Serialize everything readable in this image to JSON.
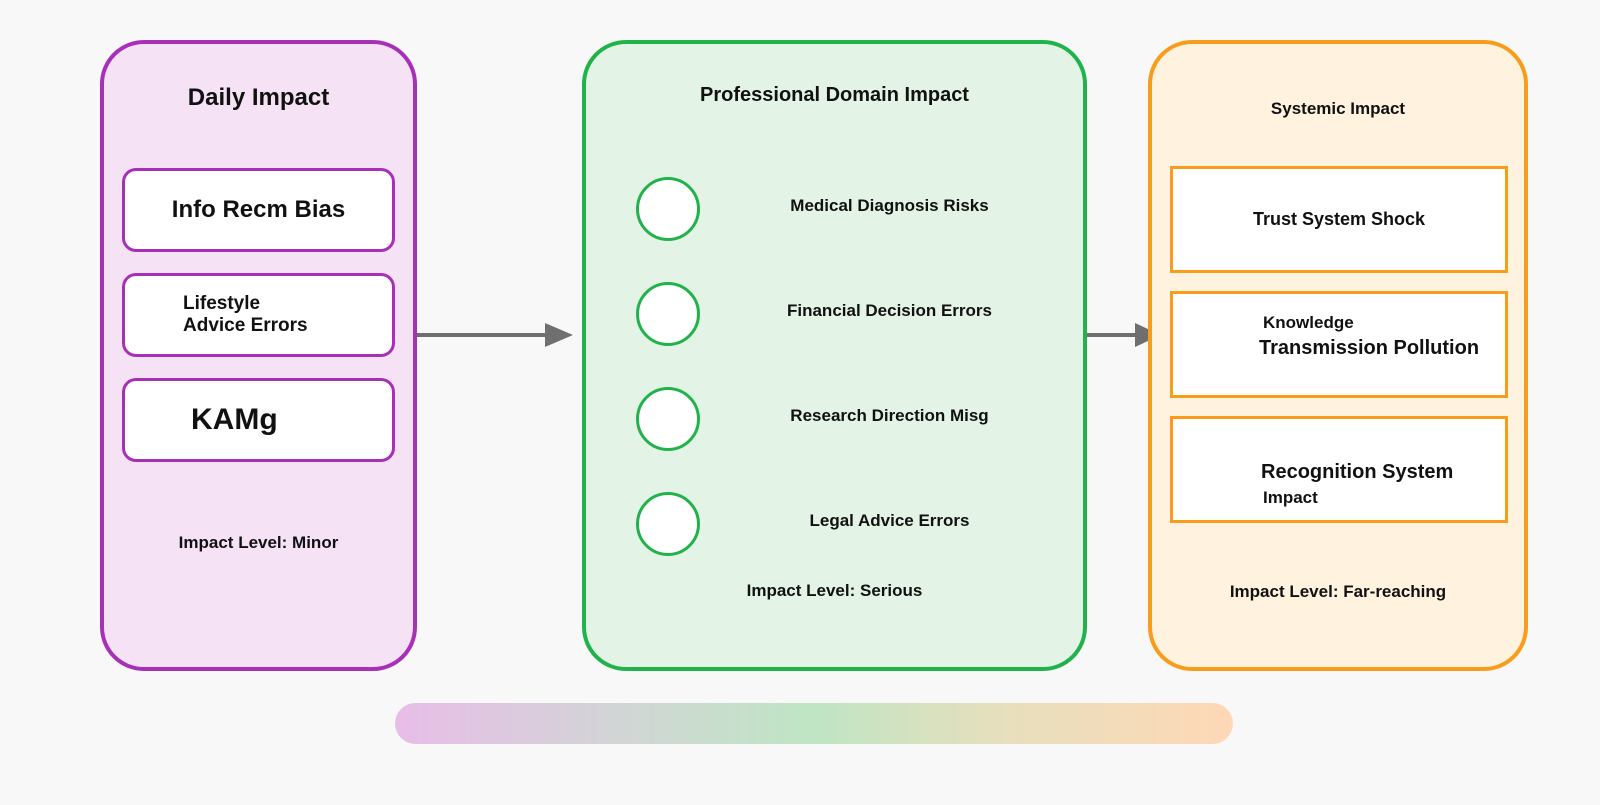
{
  "daily": {
    "title": "Daily Impact",
    "items": [
      "Info Recm Bias",
      "Lifestyle\nAdvice Errors",
      "KAMg"
    ],
    "level": "Impact Level: Minor",
    "color": "#a830b8"
  },
  "professional": {
    "title": "Professional Domain Impact",
    "items": [
      "Medical Diagnosis Risks",
      "Financial Decision Errors",
      "Research Direction Misg",
      "Legal Advice Errors"
    ],
    "level": "Impact Level: Serious",
    "color": "#22b24c"
  },
  "systemic": {
    "title": "Systemic Impact",
    "items": [
      {
        "line1": "Trust System Shock"
      },
      {
        "line1": "Knowledge",
        "line2": "Transmission Pollution"
      },
      {
        "line1": "Recognition System",
        "line2": "Impact"
      }
    ],
    "level": "Impact Level: Far-reaching",
    "color": "#f89c1c"
  }
}
